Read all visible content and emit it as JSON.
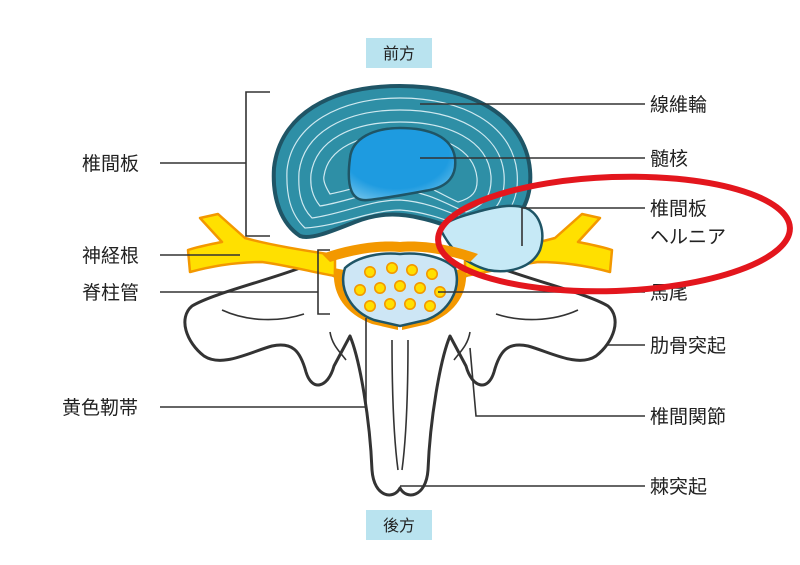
{
  "orientation": {
    "front": "前方",
    "back": "後方"
  },
  "labels": {
    "intervertebral_disc": "椎間板",
    "nerve_root": "神経根",
    "spinal_canal": "脊柱管",
    "ligamentum_flavum": "黄色靭帯",
    "annulus_fibrosus": "線維輪",
    "nucleus_pulposus": "髄核",
    "herniation_line1": "椎間板",
    "herniation_line2": "ヘルニア",
    "cauda_equina": "馬尾",
    "transverse_process": "肋骨突起",
    "facet_joint": "椎間関節",
    "spinous_process": "棘突起"
  },
  "colors": {
    "disc_outer": "#2e8fa6",
    "disc_border": "#1f5566",
    "nucleus": "#1e9be0",
    "herniation": "#c6e9f6",
    "nerve": "#ffe000",
    "nerve_border": "#f39800",
    "ligament": "#f39800",
    "canal": "#cde6f5",
    "cauda_dot": "#ffe000",
    "bone_fill": "#ffffff",
    "bone_stroke": "#333333",
    "orient_box": "#b9e3ef",
    "highlight_ring": "#e3161d"
  }
}
